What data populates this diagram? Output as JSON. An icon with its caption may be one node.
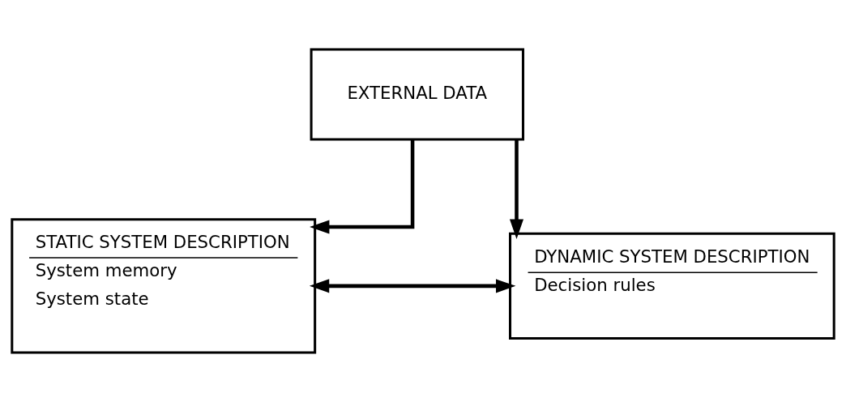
{
  "diagram": {
    "nodes": [
      {
        "text": [
          "EXTERNAL DATA"
        ]
      },
      {
        "text": [
          "STATIC SYSTEM DESCRIPTION",
          "System memory",
          "System state"
        ]
      },
      {
        "text": [
          "DYNAMIC SYSTEM DESCRIPTION",
          "Decision rules"
        ]
      }
    ],
    "edges": [
      {
        "from": 0,
        "to": 1,
        "arrow": "to"
      },
      {
        "from": 0,
        "to": 2,
        "arrow": "to"
      },
      {
        "from": 1,
        "to": 2,
        "arrow": "both"
      }
    ]
  }
}
